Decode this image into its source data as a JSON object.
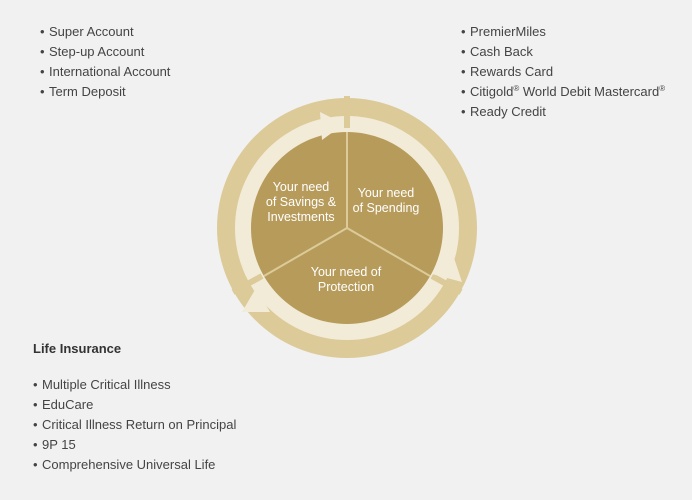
{
  "savings": {
    "items": [
      "Super Account",
      "Step-up Account",
      "International Account",
      "Term Deposit"
    ]
  },
  "spending": {
    "items": [
      "PremierMiles",
      "Cash Back",
      "Rewards Card",
      "Citigold",
      "Ready Credit"
    ],
    "citigold_prefix": "Citigold",
    "citigold_mid": " World Debit Mastercard",
    "registered_mark": "®"
  },
  "protection": {
    "heading": "Life Insurance",
    "items": [
      "Multiple Critical Illness",
      "EduCare",
      "Critical Illness Return on Principal",
      "9P 15",
      "Comprehensive Universal Life"
    ]
  },
  "cycle": {
    "savings_line1": "Your need",
    "savings_line2": "of Savings &",
    "savings_line3": "Investments",
    "spending_line1": "Your need",
    "spending_line2": "of Spending",
    "protection_line1": "Your need of",
    "protection_line2": "Protection"
  },
  "colors": {
    "background": "#f1f1f1",
    "outer_ring": "#dccb99",
    "arrow_band": "#f2ebd8",
    "inner_disc": "#b79b5a",
    "text": "#444444"
  }
}
